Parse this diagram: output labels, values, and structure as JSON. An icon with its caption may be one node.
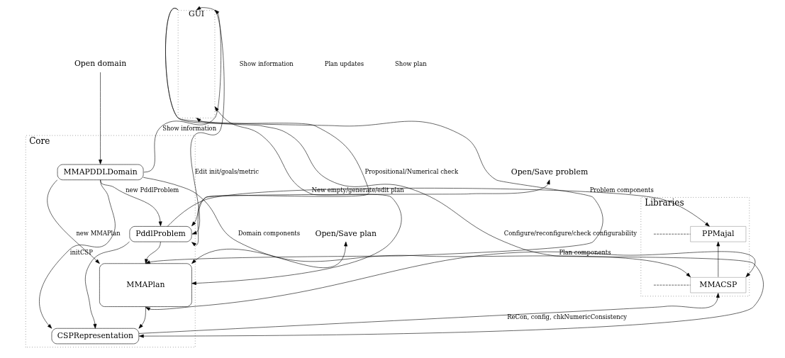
{
  "diagram": {
    "nodes": [
      {
        "text": [
          "Open domain"
        ]
      },
      {
        "text": [
          "Open/Save problem"
        ]
      },
      {
        "text": [
          "Open/Save plan"
        ]
      },
      {
        "text": [
          "Libraries"
        ]
      },
      {
        "text": [
          "PPMajal"
        ],
        "in": 3
      },
      {
        "text": [
          "MMACSP"
        ],
        "in": 3
      },
      {
        "text": [
          "Core"
        ]
      },
      {
        "text": [
          "MMAPDDLDomain"
        ],
        "in": 6
      },
      {
        "text": [
          "PddlProblem"
        ],
        "in": 6
      },
      {
        "text": [
          "MMAPlan"
        ],
        "in": 6
      },
      {
        "text": [
          "CSPRepresentation"
        ],
        "in": 6
      },
      {
        "text": [
          "GUI"
        ]
      }
    ],
    "edges": [
      {
        "from": 0,
        "to": 7,
        "arrow": "to"
      },
      {
        "from": 1,
        "to": 8,
        "arrow": "both"
      },
      {
        "from": 2,
        "to": 9,
        "arrow": "both"
      },
      {
        "from": 7,
        "to": 11,
        "arrow": "to",
        "label": "Show information"
      },
      {
        "from": 7,
        "to": 8,
        "arrow": "to",
        "label": "new PddlProblem"
      },
      {
        "from": 8,
        "to": 4,
        "arrow": "to",
        "label": "Problem components"
      },
      {
        "from": 8,
        "to": 11,
        "arrow": "both",
        "label": "Edit init/goals/metric"
      },
      {
        "from": 11,
        "to": 8,
        "arrow": "to",
        "label": "Propositional/Numerical check"
      },
      {
        "from": 11,
        "to": 9,
        "arrow": "to"
      },
      {
        "from": 7,
        "to": 5,
        "arrow": "to",
        "label": "Domain components"
      },
      {
        "from": 7,
        "to": 9,
        "arrow": "to",
        "label": "new MMAPlan"
      },
      {
        "from": 8,
        "to": 9,
        "arrow": "to"
      },
      {
        "from": 9,
        "to": 5,
        "arrow": "both",
        "label": "Plan components"
      },
      {
        "from": 7,
        "to": 10,
        "arrow": "to",
        "label": "initCSP"
      },
      {
        "from": 8,
        "to": 10,
        "arrow": "to"
      },
      {
        "from": 9,
        "to": 10,
        "arrow": "to"
      },
      {
        "from": 9,
        "to": 11,
        "arrow": "both",
        "label": "New empty/generate/edit plan"
      },
      {
        "from": 10,
        "to": 5,
        "arrow": "to",
        "label": "ReCon, config, chkNumericConsistency"
      },
      {
        "from": 10,
        "to": 11,
        "arrow": "both",
        "label": "Configure/reconfigure/check configurability"
      },
      {
        "from": 5,
        "to": 4,
        "arrow": "to"
      },
      {
        "from": null,
        "to": 4,
        "arrow": "none",
        "style": "dashed"
      },
      {
        "from": null,
        "to": 5,
        "arrow": "none",
        "style": "dashed"
      }
    ],
    "labels": [
      "Show information",
      "Plan updates",
      "Show plan"
    ]
  }
}
